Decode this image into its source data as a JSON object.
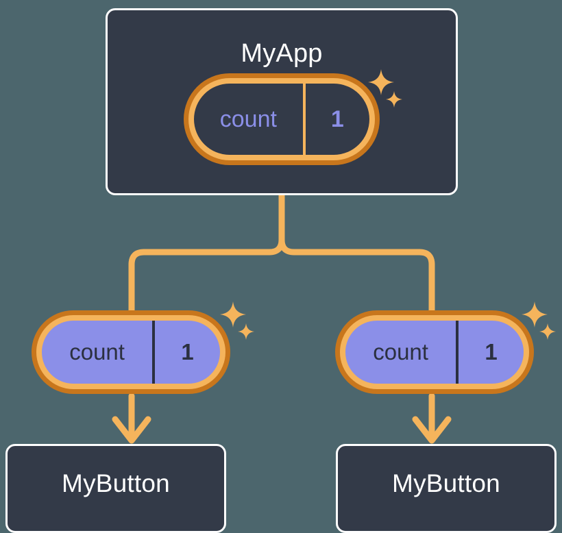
{
  "diagram": {
    "title_semantics": "react-state-propagation-tree",
    "background_color": "#4c666d",
    "accent_orange_dark": "#c8761c",
    "accent_orange_light": "#f5b45c",
    "card_bg": "#333a48",
    "card_border": "#ffffff",
    "state_value_color": "#8b8fe8",
    "dark_text": "#2b3040"
  },
  "parent": {
    "name": "MyApp",
    "state": {
      "key": "count",
      "value": "1"
    },
    "sparkle_icon": "sparkles-icon"
  },
  "children": [
    {
      "state": {
        "key": "count",
        "value": "1"
      },
      "component": "MyButton",
      "sparkle_icon": "sparkles-icon",
      "arrow_icon": "arrow-down-icon"
    },
    {
      "state": {
        "key": "count",
        "value": "1"
      },
      "component": "MyButton",
      "sparkle_icon": "sparkles-icon",
      "arrow_icon": "arrow-down-icon"
    }
  ],
  "connectors": {
    "trunk_icon": "branch-connector",
    "color": "#f5b45c"
  }
}
